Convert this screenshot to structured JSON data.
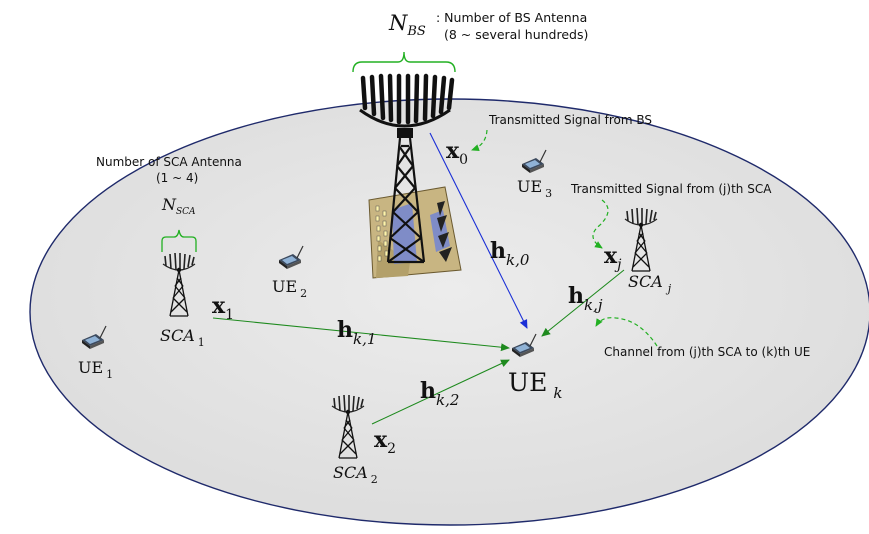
{
  "bs_antenna": {
    "symbol": "N",
    "symbol_sub": "BS",
    "desc_line1": ": Number of BS Antenna",
    "desc_line2": "(8 ~ several hundreds)"
  },
  "sca_antenna": {
    "desc_line1": "Number of SCA Antenna",
    "desc_line2": "(1 ~ 4)",
    "symbol": "N",
    "symbol_sub": "SCA"
  },
  "annotations": {
    "bs_signal": "Transmitted Signal from BS",
    "sca_signal": "Transmitted Signal from (j)th SCA",
    "channel": "Channel from (j)th SCA to (k)th UE"
  },
  "signals": {
    "x0": {
      "sym": "x",
      "sub": "0"
    },
    "x1": {
      "sym": "x",
      "sub": "1"
    },
    "x2": {
      "sym": "x",
      "sub": "2"
    },
    "xj": {
      "sym": "x",
      "sub": "j"
    }
  },
  "channels": {
    "hk0": {
      "sym": "h",
      "sub": "k,0"
    },
    "hk1": {
      "sym": "h",
      "sub": "k,1"
    },
    "hk2": {
      "sym": "h",
      "sub": "k,2"
    },
    "hkj": {
      "sym": "h",
      "sub": "k,j"
    }
  },
  "nodes": {
    "sca1": {
      "name": "SCA",
      "sub": "1"
    },
    "sca2": {
      "name": "SCA",
      "sub": "2"
    },
    "scaj": {
      "name": "SCA",
      "sub": "j"
    },
    "ue1": {
      "name": "UE",
      "sub": "1"
    },
    "ue2": {
      "name": "UE",
      "sub": "2"
    },
    "ue3": {
      "name": "UE",
      "sub": "3"
    },
    "uek": {
      "name": "UE",
      "sub": "k"
    }
  },
  "colors": {
    "cell_fill": "#e6e6e6",
    "cell_stroke": "#1f2a6b",
    "bs_link": "#1a2fd6",
    "sca_link": "#1e8a1e",
    "annotation_arrow": "#22b022"
  }
}
